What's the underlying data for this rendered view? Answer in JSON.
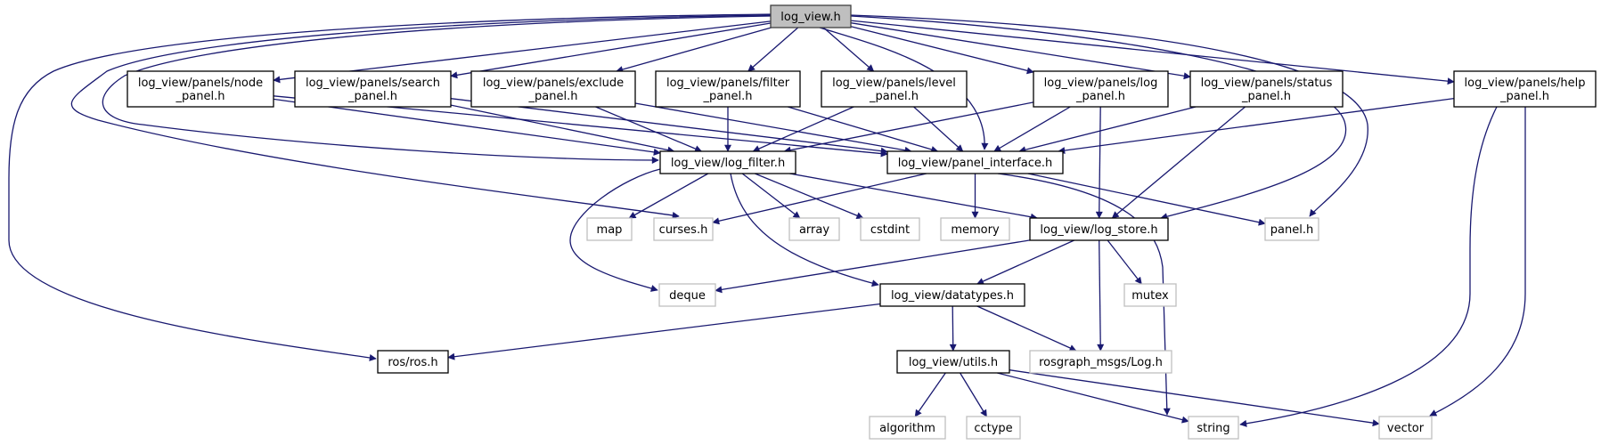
{
  "title": "log_view.h",
  "colors": {
    "edge": "#191970",
    "root_fill": "#bfbfbf",
    "root_stroke": "#404040",
    "local_stroke": "#000000",
    "system_stroke": "#bfbfbf",
    "background": "#ffffff"
  },
  "nodes": [
    {
      "id": "log_view",
      "lines": [
        "log_view.h"
      ],
      "kind": "root"
    },
    {
      "id": "node_panel",
      "lines": [
        "log_view/panels/node",
        "_panel.h"
      ],
      "kind": "local"
    },
    {
      "id": "search_panel",
      "lines": [
        "log_view/panels/search",
        "_panel.h"
      ],
      "kind": "local"
    },
    {
      "id": "exclude_panel",
      "lines": [
        "log_view/panels/exclude",
        "_panel.h"
      ],
      "kind": "local"
    },
    {
      "id": "filter_panel",
      "lines": [
        "log_view/panels/filter",
        "_panel.h"
      ],
      "kind": "local"
    },
    {
      "id": "level_panel",
      "lines": [
        "log_view/panels/level",
        "_panel.h"
      ],
      "kind": "local"
    },
    {
      "id": "log_panel",
      "lines": [
        "log_view/panels/log",
        "_panel.h"
      ],
      "kind": "local"
    },
    {
      "id": "status_panel",
      "lines": [
        "log_view/panels/status",
        "_panel.h"
      ],
      "kind": "local"
    },
    {
      "id": "help_panel",
      "lines": [
        "log_view/panels/help",
        "_panel.h"
      ],
      "kind": "local"
    },
    {
      "id": "log_filter",
      "lines": [
        "log_view/log_filter.h"
      ],
      "kind": "local"
    },
    {
      "id": "panel_interface",
      "lines": [
        "log_view/panel_interface.h"
      ],
      "kind": "local"
    },
    {
      "id": "map",
      "lines": [
        "map"
      ],
      "kind": "system"
    },
    {
      "id": "curses",
      "lines": [
        "curses.h"
      ],
      "kind": "system"
    },
    {
      "id": "array",
      "lines": [
        "array"
      ],
      "kind": "system"
    },
    {
      "id": "cstdint",
      "lines": [
        "cstdint"
      ],
      "kind": "system"
    },
    {
      "id": "memory",
      "lines": [
        "memory"
      ],
      "kind": "system"
    },
    {
      "id": "log_store",
      "lines": [
        "log_view/log_store.h"
      ],
      "kind": "local"
    },
    {
      "id": "panel_h",
      "lines": [
        "panel.h"
      ],
      "kind": "system"
    },
    {
      "id": "deque",
      "lines": [
        "deque"
      ],
      "kind": "system"
    },
    {
      "id": "datatypes",
      "lines": [
        "log_view/datatypes.h"
      ],
      "kind": "local"
    },
    {
      "id": "mutex",
      "lines": [
        "mutex"
      ],
      "kind": "system"
    },
    {
      "id": "ros",
      "lines": [
        "ros/ros.h"
      ],
      "kind": "local"
    },
    {
      "id": "utils",
      "lines": [
        "log_view/utils.h"
      ],
      "kind": "local"
    },
    {
      "id": "rosgraph",
      "lines": [
        "rosgraph_msgs/Log.h"
      ],
      "kind": "system"
    },
    {
      "id": "algorithm",
      "lines": [
        "algorithm"
      ],
      "kind": "system"
    },
    {
      "id": "cctype",
      "lines": [
        "cctype"
      ],
      "kind": "system"
    },
    {
      "id": "string",
      "lines": [
        "string"
      ],
      "kind": "system"
    },
    {
      "id": "vector",
      "lines": [
        "vector"
      ],
      "kind": "system"
    }
  ],
  "edges": [
    [
      "log_view",
      "node_panel"
    ],
    [
      "log_view",
      "search_panel"
    ],
    [
      "log_view",
      "exclude_panel"
    ],
    [
      "log_view",
      "filter_panel"
    ],
    [
      "log_view",
      "level_panel"
    ],
    [
      "log_view",
      "log_panel"
    ],
    [
      "log_view",
      "status_panel"
    ],
    [
      "log_view",
      "help_panel"
    ],
    [
      "log_view",
      "log_filter"
    ],
    [
      "log_view",
      "panel_interface"
    ],
    [
      "log_view",
      "curses"
    ],
    [
      "log_view",
      "log_store"
    ],
    [
      "log_view",
      "panel_h"
    ],
    [
      "log_view",
      "ros"
    ],
    [
      "node_panel",
      "log_filter"
    ],
    [
      "node_panel",
      "panel_interface"
    ],
    [
      "search_panel",
      "log_filter"
    ],
    [
      "search_panel",
      "panel_interface"
    ],
    [
      "exclude_panel",
      "log_filter"
    ],
    [
      "exclude_panel",
      "panel_interface"
    ],
    [
      "filter_panel",
      "log_filter"
    ],
    [
      "filter_panel",
      "panel_interface"
    ],
    [
      "level_panel",
      "log_filter"
    ],
    [
      "level_panel",
      "panel_interface"
    ],
    [
      "log_panel",
      "log_filter"
    ],
    [
      "log_panel",
      "panel_interface"
    ],
    [
      "log_panel",
      "log_store"
    ],
    [
      "status_panel",
      "panel_interface"
    ],
    [
      "status_panel",
      "log_store"
    ],
    [
      "help_panel",
      "panel_interface"
    ],
    [
      "help_panel",
      "string"
    ],
    [
      "help_panel",
      "vector"
    ],
    [
      "log_filter",
      "map"
    ],
    [
      "log_filter",
      "array"
    ],
    [
      "log_filter",
      "cstdint"
    ],
    [
      "log_filter",
      "deque"
    ],
    [
      "log_filter",
      "datatypes"
    ],
    [
      "log_filter",
      "log_store"
    ],
    [
      "panel_interface",
      "curses"
    ],
    [
      "panel_interface",
      "memory"
    ],
    [
      "panel_interface",
      "panel_h"
    ],
    [
      "panel_interface",
      "string"
    ],
    [
      "log_store",
      "deque"
    ],
    [
      "log_store",
      "datatypes"
    ],
    [
      "log_store",
      "mutex"
    ],
    [
      "log_store",
      "rosgraph"
    ],
    [
      "datatypes",
      "ros"
    ],
    [
      "datatypes",
      "utils"
    ],
    [
      "datatypes",
      "rosgraph"
    ],
    [
      "utils",
      "algorithm"
    ],
    [
      "utils",
      "cctype"
    ],
    [
      "utils",
      "string"
    ],
    [
      "utils",
      "vector"
    ]
  ]
}
